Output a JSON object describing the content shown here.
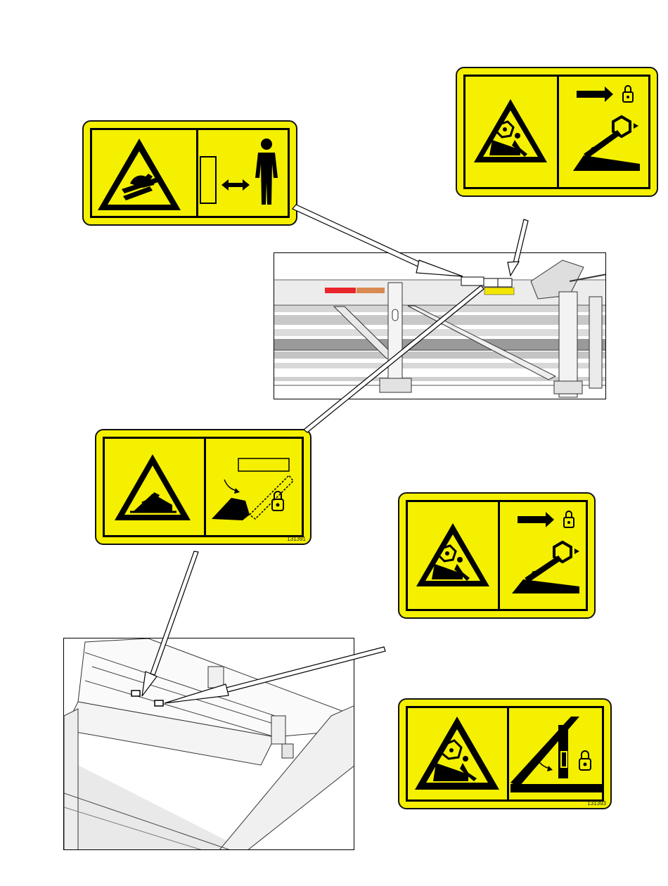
{
  "decals": [
    {
      "id": "remove-keep-clear",
      "part_number": "",
      "icons": [
        "hand-entanglement-warning-icon",
        "keep-clear-icon"
      ]
    },
    {
      "id": "reel-crush-lockout-top",
      "part_number": "",
      "icons": [
        "reel-crush-warning-icon",
        "engage-lock-icon"
      ]
    },
    {
      "id": "crush-lock-arm",
      "part_number": "131391",
      "icons": [
        "crush-warning-icon",
        "lock-arm-icon"
      ]
    },
    {
      "id": "reel-crush-lockout-mid",
      "part_number": "",
      "icons": [
        "reel-crush-warning-icon",
        "engage-lock-icon"
      ]
    },
    {
      "id": "reel-crush-lock-support",
      "part_number": "131393",
      "icons": [
        "reel-crush-warning-icon",
        "support-lock-icon"
      ]
    }
  ],
  "colors": {
    "decal_yellow": "#f4f000",
    "red_marker": "#e8262b",
    "orange_marker": "#d98a52",
    "yellow_marker": "#f2e600"
  }
}
